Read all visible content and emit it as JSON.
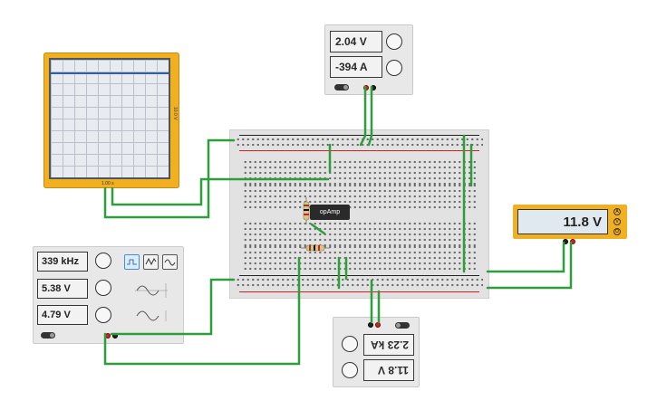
{
  "oscilloscope": {
    "v_div_label": "10.0 V",
    "time_div_label": "1.00 s"
  },
  "power_supply_top": {
    "voltage": "2.04 V",
    "current": "-394 A"
  },
  "power_supply_bottom": {
    "resistance": "2.23 kA",
    "voltage": "11.8 V"
  },
  "multimeter": {
    "reading": "11.8 V",
    "buttons": [
      "A",
      "V",
      "Ω"
    ]
  },
  "function_generator": {
    "frequency": "339 kHz",
    "amplitude": "5.38 V",
    "offset": "4.79 V",
    "waveforms": [
      "square",
      "triangle",
      "sine"
    ],
    "active_waveform": "square"
  },
  "breadboard": {
    "chip_label": "opAmp"
  },
  "colors": {
    "wire": "#2e9e3a",
    "instrument_frame": "#f0b020",
    "rail_positive": "#d02020",
    "rail_negative": "#222222"
  }
}
